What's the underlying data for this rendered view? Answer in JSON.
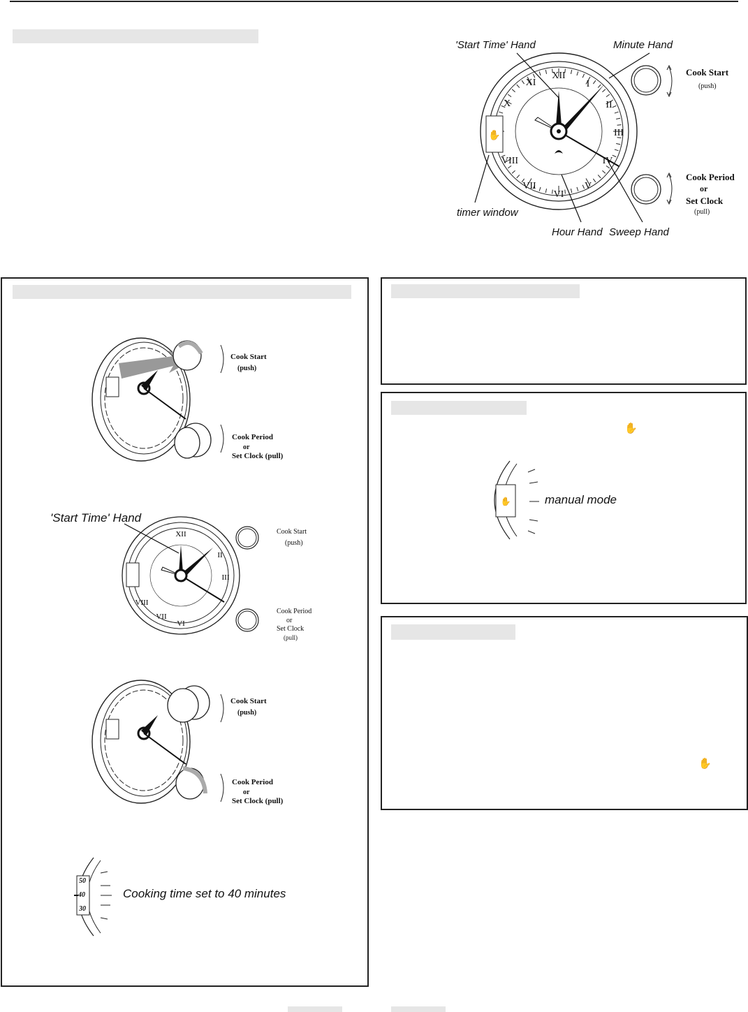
{
  "top_diagram": {
    "labels": {
      "start_time_hand": "'Start Time' Hand",
      "minute_hand": "Minute Hand",
      "timer_window": "timer window",
      "hour_hand": "Hour Hand",
      "sweep_hand": "Sweep Hand"
    },
    "cook_start": "Cook Start",
    "cook_start_push": "(push)",
    "cook_period": "Cook Period",
    "or": "or",
    "set_clock": "Set Clock",
    "set_clock_pull": "(pull)"
  },
  "left_panel": {
    "fig1": {
      "cook_start": "Cook Start",
      "push": "(push)",
      "cook_period": "Cook Period",
      "or": "or",
      "set_clock_pull": "Set Clock (pull)"
    },
    "fig2": {
      "start_time_hand": "'Start Time' Hand",
      "cook_start": "Cook Start",
      "push": "(push)",
      "cook_period": "Cook Period",
      "or": "or",
      "set_clock": "Set Clock",
      "pull": "(pull)"
    },
    "fig3": {
      "cook_start": "Cook Start",
      "push": "(push)",
      "cook_period": "Cook Period",
      "or": "or",
      "set_clock_pull": "Set Clock (pull)"
    },
    "fig4": {
      "caption": "Cooking time set to 40 minutes",
      "t50": "50",
      "t40": "40",
      "t30": "30"
    }
  },
  "right_panel_2": {
    "caption": "manual mode"
  },
  "icons": [
    "hand-icon"
  ]
}
